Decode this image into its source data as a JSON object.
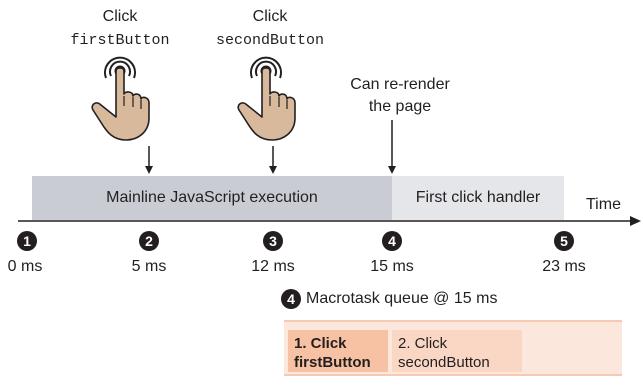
{
  "clicks": {
    "first": {
      "word": "Click",
      "target": "firstButton"
    },
    "second": {
      "word": "Click",
      "target": "secondButton"
    }
  },
  "rerender_note": {
    "line1": "Can re-render",
    "line2": "the page"
  },
  "bars": {
    "mainline": "Mainline JavaScript execution",
    "handler": "First click handler"
  },
  "axis": {
    "label": "Time"
  },
  "ticks": [
    {
      "num": "1",
      "label": "0 ms"
    },
    {
      "num": "2",
      "label": "5 ms"
    },
    {
      "num": "3",
      "label": "12 ms"
    },
    {
      "num": "4",
      "label": "15 ms"
    },
    {
      "num": "5",
      "label": "23 ms"
    }
  ],
  "queue": {
    "num": "4",
    "title": "Macrotask queue @ 15 ms",
    "items": [
      {
        "line1": "1. Click",
        "line2": "firstButton"
      },
      {
        "line1": "2. Click",
        "line2": "secondButton"
      }
    ]
  },
  "colors": {
    "mainline_bar": "#c9cdd3",
    "handler_bar": "#e4e6e9",
    "queue_bg": "#fbe7dc",
    "queue_active": "#f7c2a3",
    "hand_skin": "#d8b99c",
    "ink": "#231f20"
  },
  "icons": [
    "tap-hand-icon",
    "down-arrow-icon",
    "numbered-circle-icon"
  ]
}
